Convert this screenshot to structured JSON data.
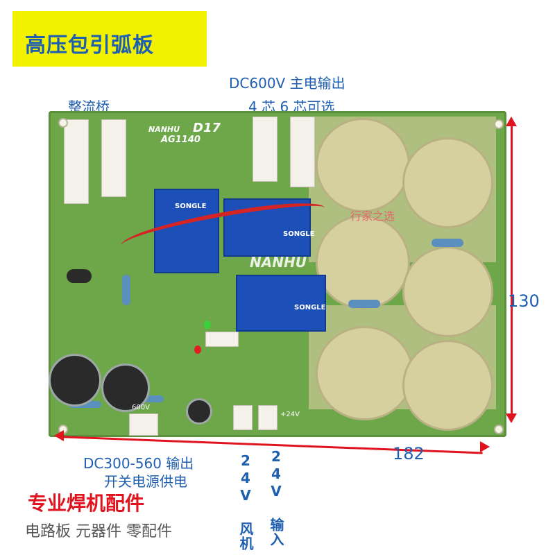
{
  "title": "高压包引弧板",
  "labels": {
    "main_output_line1": "DC600V 主电输出",
    "main_output_line2": "4 芯  6 芯可选",
    "rectifier_bridge": "整流桥",
    "dc_output_line1": "DC300-560 输出",
    "dc_output_line2": "开关电源供电",
    "fan_24v": "24V 风机",
    "input_24v": "24V 输入"
  },
  "dimensions": {
    "width": "182",
    "height": "130"
  },
  "footer": {
    "promo": "专业焊机配件",
    "categories": "电路板 元器件 零配件"
  },
  "board_markings": {
    "brand": "NANHU",
    "model": "AG1140",
    "code": "D17",
    "relay_brand": "SONGLE",
    "watermark": "行家之选",
    "connector_label": "600V",
    "terminal_label": "+24V"
  },
  "colors": {
    "banner_yellow": "#f2f200",
    "text_blue": "#1f5fb0",
    "accent_red": "#e0141e",
    "board_green": "#6ea64a"
  }
}
